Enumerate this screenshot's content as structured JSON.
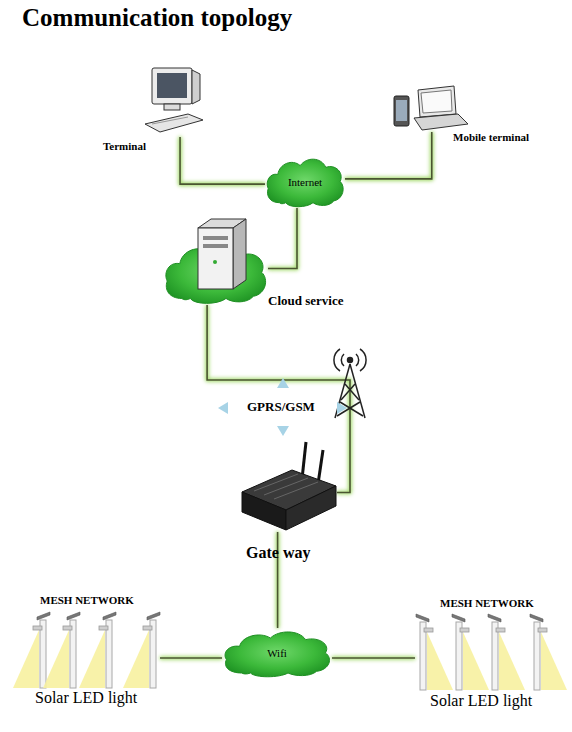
{
  "diagram": {
    "title": "Communication topology",
    "nodes": [
      {
        "text": [
          "Terminal"
        ]
      },
      {
        "text": [
          "Mobile terminal"
        ]
      },
      {
        "text": [
          "Internet"
        ]
      },
      {
        "text": [
          "Cloud service"
        ]
      },
      {
        "text": [
          "Gate way"
        ]
      },
      {
        "text": [
          "Wifi"
        ]
      },
      {
        "text": [
          "MESH NETWORK",
          "Solar LED light"
        ]
      },
      {
        "text": [
          "MESH NETWORK",
          "Solar LED light"
        ]
      }
    ],
    "edges": [
      {
        "from": 0,
        "to": 2,
        "arrow": "none"
      },
      {
        "from": 1,
        "to": 2,
        "arrow": "none"
      },
      {
        "from": 2,
        "to": 3,
        "arrow": "none"
      },
      {
        "from": 3,
        "to": 4,
        "label": "GPRS/GSM",
        "arrow": "none"
      },
      {
        "from": 4,
        "to": 5,
        "arrow": "none"
      },
      {
        "from": 5,
        "to": 6,
        "arrow": "none"
      },
      {
        "from": 5,
        "to": 7,
        "arrow": "none"
      }
    ]
  }
}
